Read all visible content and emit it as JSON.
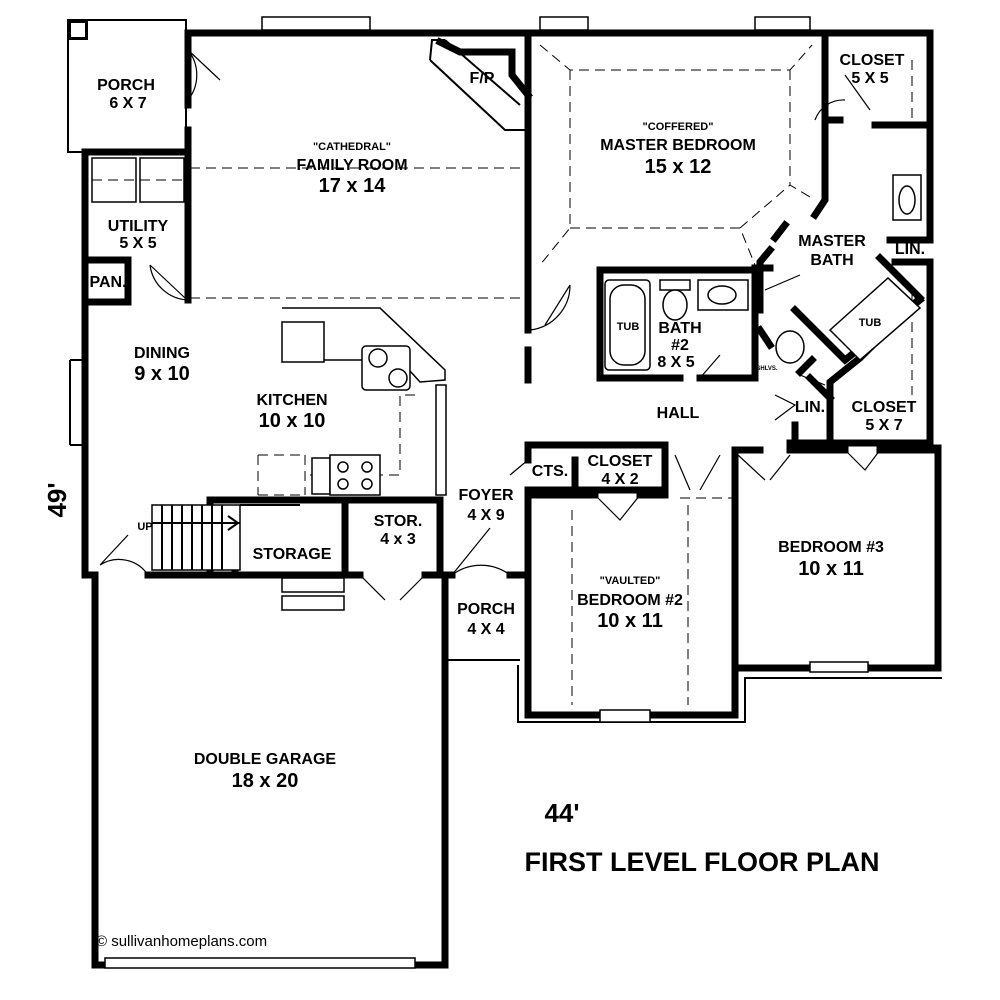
{
  "title": "FIRST LEVEL FLOOR PLAN",
  "copyright": "© sullivanhomeplans.com",
  "dimensions": {
    "width": "44'",
    "depth": "49'"
  },
  "rooms": {
    "porch_back": {
      "name": "PORCH",
      "size": "6 X 7"
    },
    "family": {
      "note": "\"CATHEDRAL\"",
      "name": "FAMILY ROOM",
      "size": "17 x 14"
    },
    "fireplace": {
      "name": "F/P"
    },
    "master_bed": {
      "note": "\"COFFERED\"",
      "name": "MASTER BEDROOM",
      "size": "15 x 12"
    },
    "closet_master": {
      "name": "CLOSET",
      "size": "5 X 5"
    },
    "utility": {
      "name": "UTILITY",
      "size": "5 X 5"
    },
    "pantry": {
      "name": "PAN."
    },
    "master_bath": {
      "name": "MASTER",
      "name2": "BATH"
    },
    "lin_master": {
      "name": "LIN."
    },
    "tub_master": {
      "name": "TUB"
    },
    "dining": {
      "name": "DINING",
      "size": "9 x 10"
    },
    "kitchen": {
      "name": "KITCHEN",
      "size": "10 x 10"
    },
    "tub_bath2": {
      "name": "TUB"
    },
    "bath2": {
      "name": "BATH",
      "num": "#2",
      "size": "8 X 5"
    },
    "shelves": {
      "name": "SHLVS."
    },
    "hall": {
      "name": "HALL"
    },
    "lin_hall": {
      "name": "LIN."
    },
    "closet_bed3": {
      "name": "CLOSET",
      "size": "5 X 7"
    },
    "cts": {
      "name": "CTS."
    },
    "closet_bed2": {
      "name": "CLOSET",
      "size": "4 X 2"
    },
    "foyer": {
      "name": "FOYER",
      "size": "4 X 9"
    },
    "stor": {
      "name": "STOR.",
      "size": "4 x 3"
    },
    "storage": {
      "name": "STORAGE"
    },
    "stairs": {
      "label": "UP"
    },
    "bed2": {
      "note": "\"VAULTED\"",
      "name": "BEDROOM #2",
      "size": "10 x 11"
    },
    "bed3": {
      "name": "BEDROOM #3",
      "size": "10 x 11"
    },
    "porch_front": {
      "name": "PORCH",
      "size": "4 X 4"
    },
    "garage": {
      "name": "DOUBLE GARAGE",
      "size": "18 x 20"
    }
  }
}
